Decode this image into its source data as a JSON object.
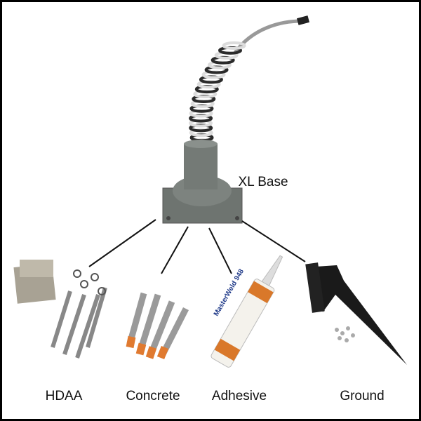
{
  "main_label": "XL Base",
  "product_labels": [
    "HDAA",
    "Concrete",
    "Adhesive",
    "Ground"
  ],
  "tube_text": "MasterWeld 948",
  "colors": {
    "base": "#6e7470",
    "spring": "#2a2a2a",
    "tube_orange": "#d9782a",
    "anchor_tip": "#e07a30",
    "spike": "#1a1a1a"
  }
}
